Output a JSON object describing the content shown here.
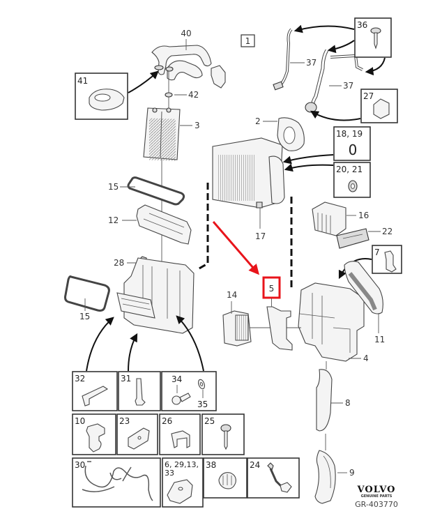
{
  "diagram": {
    "title": "Volvo climate unit parts diagram",
    "group_label": "1",
    "highlight_color": "#e8141b",
    "highlighted_part": "5",
    "brand": "VOLVO",
    "brand_subtitle": "GENUINE PARTS",
    "reference": "GR-403770"
  },
  "callouts": {
    "p40": "40",
    "p42": "42",
    "p3": "3",
    "p2": "2",
    "p37a": "37",
    "p37b": "37",
    "p15a": "15",
    "p15b": "15",
    "p12": "12",
    "p28": "28",
    "p17": "17",
    "p16": "16",
    "p22": "22",
    "p14": "14",
    "p5": "5",
    "p11": "11",
    "p4": "4",
    "p8": "8",
    "p9": "9"
  },
  "inset_boxes": {
    "b41": "41",
    "b36": "36",
    "b27": "27",
    "b18": "18, 19",
    "b18_glyph": "0",
    "b20": "20, 21",
    "b7": "7",
    "b32": "32",
    "b31": "31",
    "b34": "34",
    "b35": "35",
    "b10": "10",
    "b23": "23",
    "b26": "26",
    "b25": "25",
    "b30": "30",
    "b6_line1": "6, 29,13,",
    "b6_line2": "33",
    "b38": "38",
    "b24": "24"
  }
}
